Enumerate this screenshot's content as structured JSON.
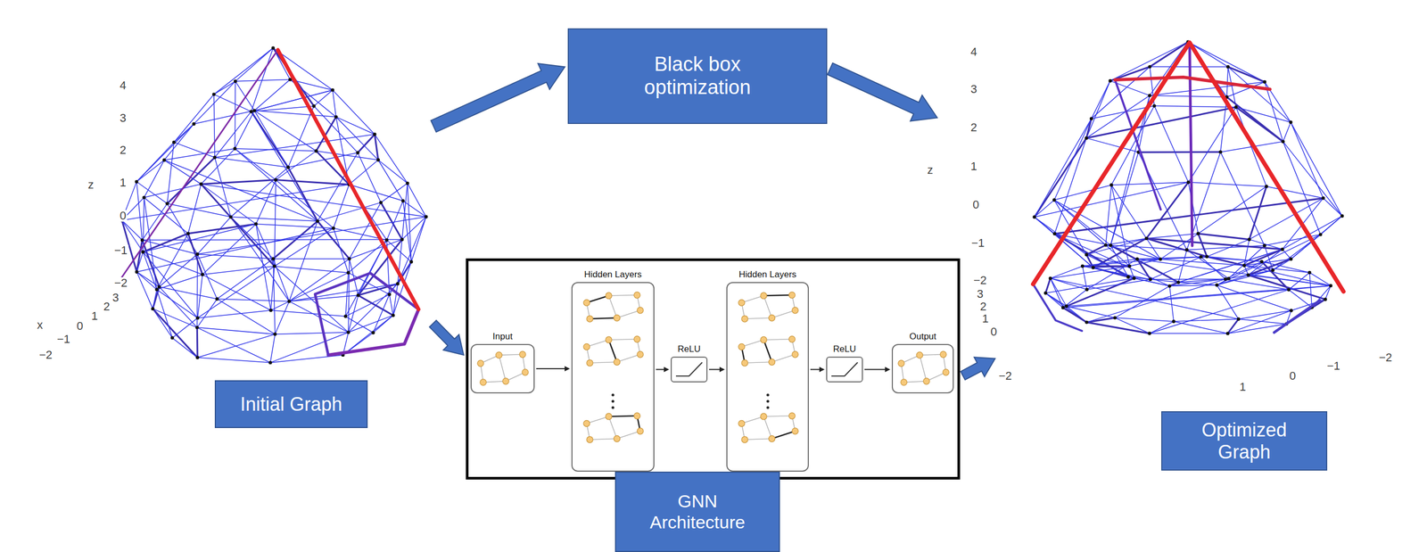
{
  "diagram": {
    "nodes": [
      {
        "text": [
          "Initial Graph"
        ]
      },
      {
        "text": [
          "Black box optimization"
        ]
      },
      {
        "text": [
          "GNN Architecture"
        ]
      },
      {
        "text": [
          "Input"
        ],
        "in": 2
      },
      {
        "text": [
          "Hidden Layers"
        ],
        "in": 2
      },
      {
        "text": [
          "ReLU"
        ],
        "in": 2
      },
      {
        "text": [
          "Hidden Layers"
        ],
        "in": 2
      },
      {
        "text": [
          "ReLU"
        ],
        "in": 2
      },
      {
        "text": [
          "Output"
        ],
        "in": 2
      },
      {
        "text": [
          "Optimized Graph"
        ]
      }
    ],
    "edges": [
      {
        "from": 0,
        "to": 1,
        "arrow": "to"
      },
      {
        "from": 1,
        "to": 9,
        "arrow": "to"
      },
      {
        "from": 0,
        "to": 2,
        "arrow": "to"
      },
      {
        "from": 2,
        "to": 9,
        "arrow": "to"
      },
      {
        "from": 3,
        "to": 4,
        "arrow": "to"
      },
      {
        "from": 4,
        "to": 5,
        "arrow": "to"
      },
      {
        "from": 5,
        "to": 6,
        "arrow": "to"
      },
      {
        "from": 6,
        "to": 7,
        "arrow": "to"
      },
      {
        "from": 7,
        "to": 8,
        "arrow": "to"
      }
    ],
    "labels": [
      "4",
      "3",
      "2",
      "1",
      "0",
      "−1",
      "−2",
      "z",
      "3",
      "2",
      "1",
      "0",
      "x",
      "−1",
      "−2",
      "4",
      "3",
      "2",
      "1",
      "0",
      "−1",
      "−2",
      "z",
      "3",
      "2",
      "1",
      "0",
      "−2",
      "1",
      "0",
      "−1",
      "−2"
    ]
  }
}
